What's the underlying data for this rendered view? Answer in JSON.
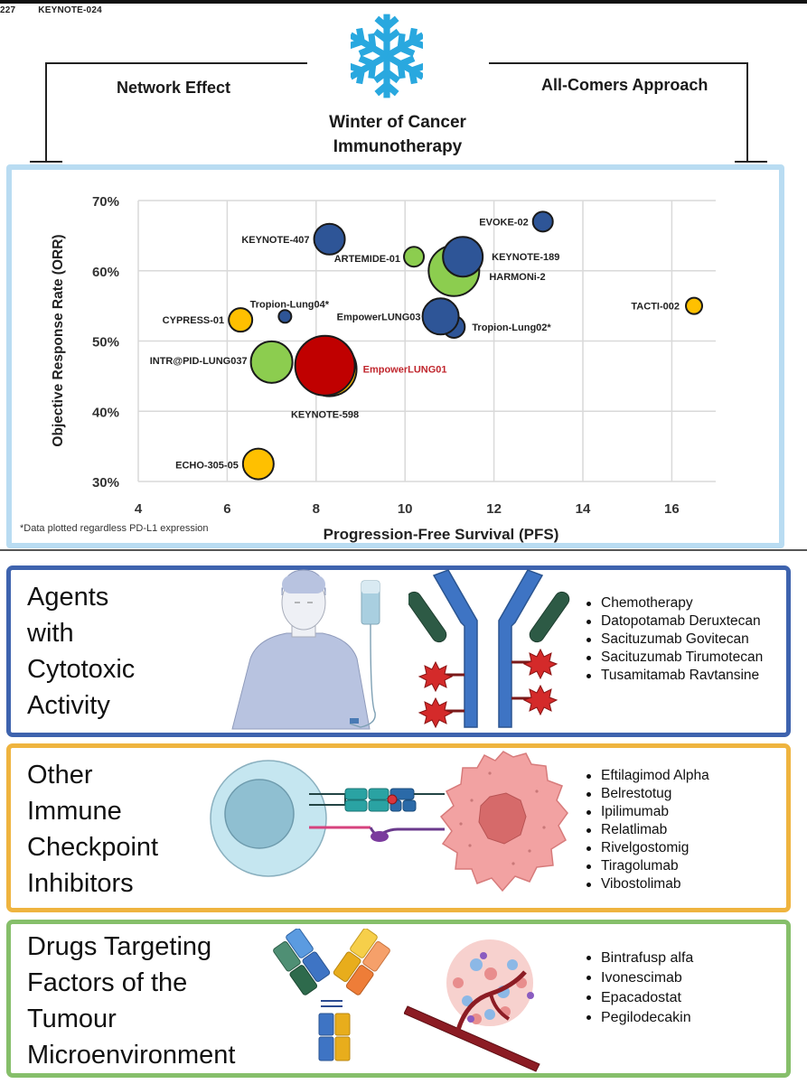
{
  "top_caption": [
    "227",
    "KEYNOTE-024"
  ],
  "header": {
    "left_label": "Network Effect",
    "right_label": "All-Comers Approach",
    "title_line1": "Winter of Cancer",
    "title_line2": "Immunotherapy",
    "icon": "snowflake-icon"
  },
  "colors": {
    "snowflake": "#29a8df",
    "chart_border": "#b9dcf2",
    "blue_bubble": "#2e5597",
    "green_bubble": "#8ccd4f",
    "yellow_bubble": "#ffc000",
    "red_bubble": "#c00000",
    "highlight_label": "#c0262d",
    "panel_cytotoxic": "#3e63ae",
    "panel_checkpoint": "#efb43f",
    "panel_tme": "#86bf6a"
  },
  "chart_data": {
    "type": "scatter",
    "subtype": "bubble",
    "title": "",
    "xlabel": "Progression-Free Survival (PFS)",
    "ylabel": "Objective Response Rate (ORR)",
    "xlim": [
      4,
      17
    ],
    "ylim": [
      30,
      70
    ],
    "x_ticks": [
      4,
      6,
      8,
      10,
      12,
      14,
      16
    ],
    "y_ticks": [
      30,
      40,
      50,
      60,
      70
    ],
    "y_tick_labels": [
      "30%",
      "40%",
      "50%",
      "60%",
      "70%"
    ],
    "grid": true,
    "footnote": "*Data plotted regardless PD-L1 expression",
    "points": [
      {
        "name": "HARMONi-2",
        "pfs": 11.1,
        "orr": 60.0,
        "size": 28,
        "color": "green",
        "label_pos": "right-below"
      },
      {
        "name": "KEYNOTE-189",
        "pfs": 11.3,
        "orr": 62.0,
        "size": 22,
        "color": "blue",
        "label_pos": "right"
      },
      {
        "name": "EVOKE-02",
        "pfs": 13.1,
        "orr": 67.0,
        "size": 11,
        "color": "blue",
        "label_pos": "left"
      },
      {
        "name": "ARTEMIDE-01",
        "pfs": 10.2,
        "orr": 62.0,
        "size": 11,
        "color": "green",
        "label_pos": "left"
      },
      {
        "name": "KEYNOTE-407",
        "pfs": 8.3,
        "orr": 64.5,
        "size": 17,
        "color": "blue",
        "label_pos": "left"
      },
      {
        "name": "TACTI-002",
        "pfs": 16.5,
        "orr": 55.0,
        "size": 9,
        "color": "yellow",
        "label_pos": "left"
      },
      {
        "name": "EmpowerLUNG03",
        "pfs": 10.8,
        "orr": 53.5,
        "size": 20,
        "color": "blue",
        "label_pos": "left"
      },
      {
        "name": "Tropion-Lung02*",
        "pfs": 11.1,
        "orr": 52.0,
        "size": 12,
        "color": "blue",
        "label_pos": "right"
      },
      {
        "name": "CYPRESS-01",
        "pfs": 6.3,
        "orr": 53.0,
        "size": 13,
        "color": "yellow",
        "label_pos": "left"
      },
      {
        "name": "Tropion-Lung04*",
        "pfs": 7.3,
        "orr": 53.5,
        "size": 7,
        "color": "blue",
        "label_pos": "above"
      },
      {
        "name": "INTR@PID-LUNG037",
        "pfs": 7.0,
        "orr": 47.0,
        "size": 23,
        "color": "green",
        "label_pos": "left"
      },
      {
        "name": "KEYNOTE-598",
        "pfs": 8.3,
        "orr": 46.0,
        "size": 30,
        "color": "yellow",
        "label_pos": "below"
      },
      {
        "name": "EmpowerLUNG01",
        "pfs": 8.2,
        "orr": 46.5,
        "size": 33,
        "color": "red",
        "label_pos": "right",
        "highlight": true
      },
      {
        "name": "ECHO-305-05",
        "pfs": 6.7,
        "orr": 32.5,
        "size": 17,
        "color": "yellow",
        "label_pos": "left"
      }
    ]
  },
  "categories": [
    {
      "title": "Agents\nwith\nCytotoxic\nActivity",
      "illustration": [
        "patient-iv-drip-illustration",
        "antibody-drug-conjugate-illustration"
      ],
      "items": [
        "Chemotherapy",
        "Datopotamab Deruxtecan",
        "Sacituzumab Govitecan",
        "Sacituzumab Tirumotecan",
        "Tusamitamab Ravtansine"
      ]
    },
    {
      "title": "Other\nImmune\nCheckpoint\nInhibitors",
      "illustration": [
        "t-cell-illustration",
        "checkpoint-receptor-illustration",
        "tumor-cell-illustration"
      ],
      "items": [
        "Eftilagimod Alpha",
        "Belrestotug",
        "Ipilimumab",
        "Relatlimab",
        "Rivelgostomig",
        "Tiragolumab",
        "Vibostolimab"
      ]
    },
    {
      "title": "Drugs Targeting\nFactors of the\nTumour\nMicroenvironment",
      "illustration": [
        "bispecific-antibody-illustration",
        "tumor-vasculature-illustration"
      ],
      "items": [
        "Bintrafusp alfa",
        "Ivonescimab",
        "Epacadostat",
        "Pegilodecakin"
      ]
    }
  ]
}
